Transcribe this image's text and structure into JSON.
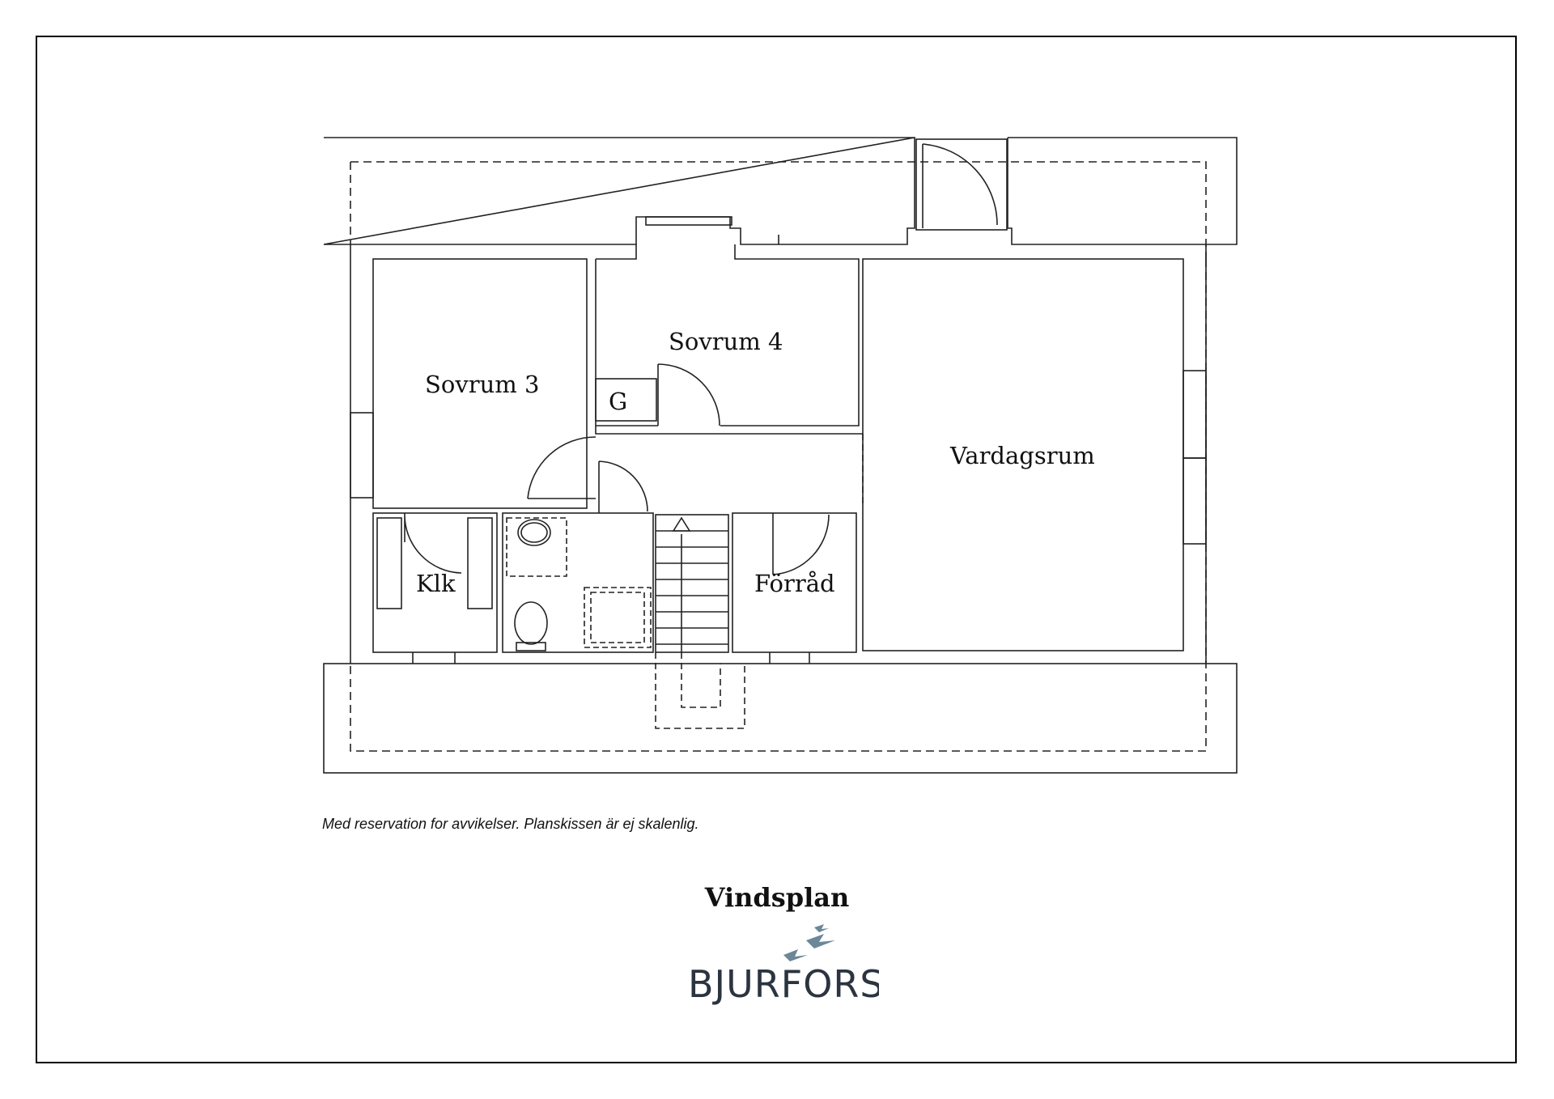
{
  "rooms": {
    "sovrum3": "Sovrum 3",
    "sovrum4": "Sovrum 4",
    "vardagsrum": "Vardagsrum",
    "klk": "Klk",
    "forrad": "Förråd",
    "g": "G"
  },
  "disclaimer": "Med reservation for avvikelser. Planskissen är ej skalenlig.",
  "title": "Vindsplan",
  "logo": {
    "wordmark": "BJURFORS",
    "mark_icon": "birds-icon",
    "color": "#2b3440",
    "accent": "#6c8798"
  }
}
